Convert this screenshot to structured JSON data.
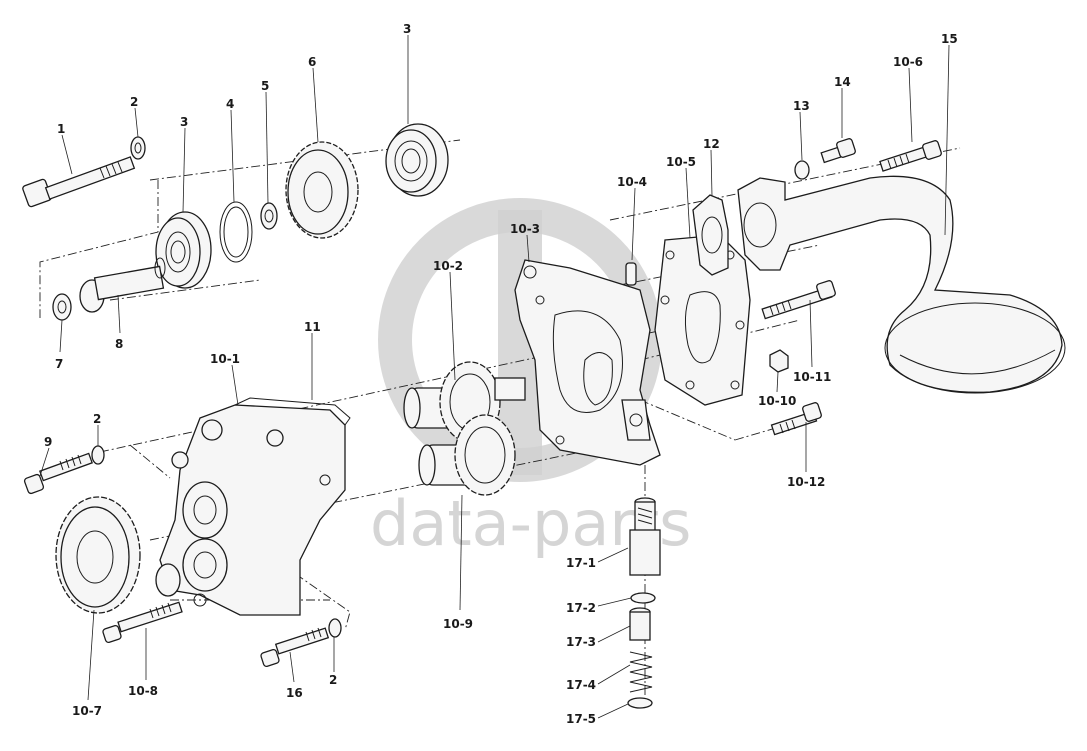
{
  "watermark": {
    "text": "data-parts",
    "color": "#c8c8c8"
  },
  "callouts": [
    {
      "id": "c1",
      "text": "1"
    },
    {
      "id": "c2a",
      "text": "2"
    },
    {
      "id": "c3a",
      "text": "3"
    },
    {
      "id": "c4",
      "text": "4"
    },
    {
      "id": "c5",
      "text": "5"
    },
    {
      "id": "c6",
      "text": "6"
    },
    {
      "id": "c3b",
      "text": "3"
    },
    {
      "id": "c7",
      "text": "7"
    },
    {
      "id": "c8",
      "text": "8"
    },
    {
      "id": "c9",
      "text": "9"
    },
    {
      "id": "c2b",
      "text": "2"
    },
    {
      "id": "c10_1",
      "text": "10-1"
    },
    {
      "id": "c11",
      "text": "11"
    },
    {
      "id": "c10_7",
      "text": "10-7"
    },
    {
      "id": "c10_8",
      "text": "10-8"
    },
    {
      "id": "c16",
      "text": "16"
    },
    {
      "id": "c2c",
      "text": "2"
    },
    {
      "id": "c10_2",
      "text": "10-2"
    },
    {
      "id": "c10_9",
      "text": "10-9"
    },
    {
      "id": "c10_3",
      "text": "10-3"
    },
    {
      "id": "c10_4",
      "text": "10-4"
    },
    {
      "id": "c10_5",
      "text": "10-5"
    },
    {
      "id": "c12",
      "text": "12"
    },
    {
      "id": "c13",
      "text": "13"
    },
    {
      "id": "c14",
      "text": "14"
    },
    {
      "id": "c10_6",
      "text": "10-6"
    },
    {
      "id": "c15",
      "text": "15"
    },
    {
      "id": "c10_11",
      "text": "10-11"
    },
    {
      "id": "c10_10",
      "text": "10-10"
    },
    {
      "id": "c10_12",
      "text": "10-12"
    },
    {
      "id": "c17_1",
      "text": "17-1"
    },
    {
      "id": "c17_2",
      "text": "17-2"
    },
    {
      "id": "c17_3",
      "text": "17-3"
    },
    {
      "id": "c17_4",
      "text": "17-4"
    },
    {
      "id": "c17_5",
      "text": "17-5"
    }
  ]
}
